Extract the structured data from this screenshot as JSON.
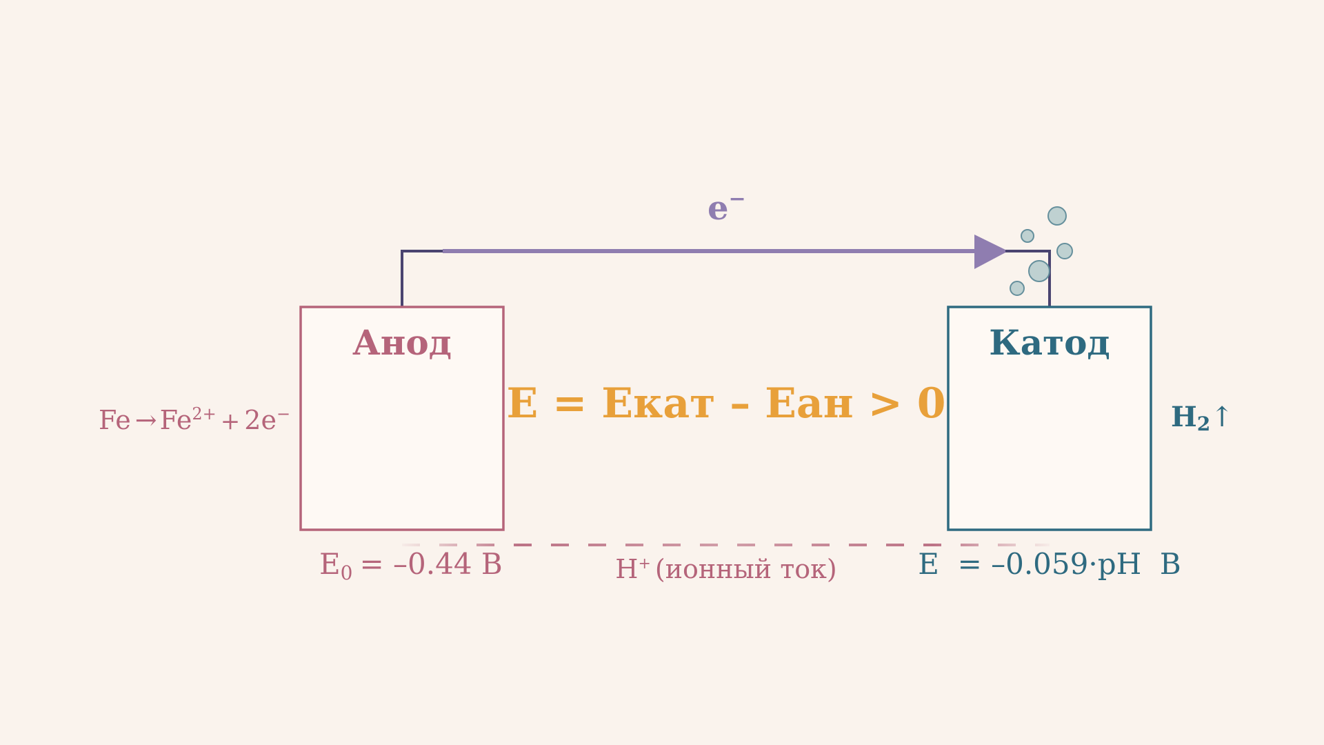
{
  "colors": {
    "background": "#faf3ed",
    "anode": "#b5647a",
    "cathode": "#2e6a80",
    "electron": "#8f7db0",
    "wire": "#4a4470",
    "equation": "#e8a03a",
    "bubble_fill": "#bcd0d0",
    "bubble_stroke": "#5e8a98"
  },
  "electron_label": {
    "base": "e",
    "superscript": "−"
  },
  "anode": {
    "title": "Анод",
    "reaction": {
      "left": "Fe",
      "arrow": "→",
      "product": "Fe",
      "product_charge": "2+",
      "plus": "+",
      "electrons": "2e",
      "electrons_charge": "−"
    },
    "potential": {
      "symbol": "E",
      "subscript": "0",
      "value": "= –0.44 В"
    }
  },
  "cathode": {
    "title": "Катод",
    "product": {
      "symbol": "H",
      "subscript": "2",
      "arrow": "↑"
    },
    "potential": "E  = –0.059·pH  В"
  },
  "equation": "E = Eкат – Eан > 0",
  "ionic_current": {
    "ion": "H",
    "charge": "+",
    "label": "(ионный ток)"
  }
}
